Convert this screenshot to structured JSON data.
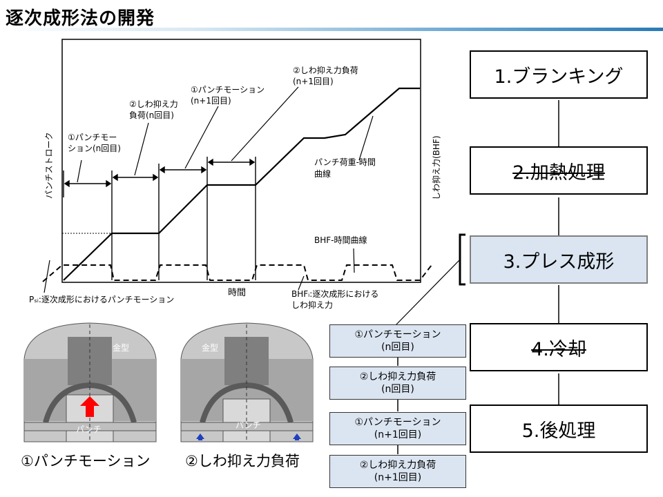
{
  "page": {
    "title": "逐次成形法の開発"
  },
  "chart": {
    "y_left": "パンチストローク",
    "y_right": "しわ抑え力(BHF)",
    "x_label": "時間",
    "ann1_l1": "①パンチモー",
    "ann1_l2": "ション(n回目)",
    "ann2_l1": "②しわ抑え力",
    "ann2_l2": "負荷(n回目)",
    "ann3_l1": "①パンチモーション",
    "ann3_l2": "(n+1回目)",
    "ann4_l1": "②しわ抑え力負荷",
    "ann4_l2": "(n+1回目)",
    "curve1_l1": "パンチ荷重-時間",
    "curve1_l2": "曲線",
    "curve2": "BHF-時間曲線",
    "psi": "Pₛᵢ:逐次成形におけるパンチモーション",
    "bhf_l1": "BHFᵢ:逐次成形における",
    "bhf_l2": "しわ抑え力"
  },
  "die": {
    "left_mold": "金型",
    "left_punch": "パンチ",
    "left_caption": "①パンチモーション",
    "right_mold": "金型",
    "right_punch": "パンチ",
    "right_caption": "②しわ抑え力負荷"
  },
  "steps": [
    {
      "label": "1.ブランキング",
      "state": "normal"
    },
    {
      "label": "2.加熱処理",
      "state": "struck"
    },
    {
      "label": "3.プレス成形",
      "state": "active"
    },
    {
      "label": "4.冷却",
      "state": "struck"
    },
    {
      "label": "5.後処理",
      "state": "normal"
    }
  ],
  "substeps": [
    {
      "l1": "①パンチモーション",
      "l2": "(n回目)"
    },
    {
      "l1": "②しわ抑え力負荷",
      "l2": "(n回目)"
    },
    {
      "l1": "①パンチモーション",
      "l2": "(n+1回目)"
    },
    {
      "l1": "②しわ抑え力負荷",
      "l2": "(n+1回目)"
    }
  ],
  "colors": {
    "step_active": "#dbe5f1",
    "arrow_punch": "#ff0000",
    "arrow_bhf": "#1f3fbf",
    "die_gray": "#a6a6a6"
  }
}
